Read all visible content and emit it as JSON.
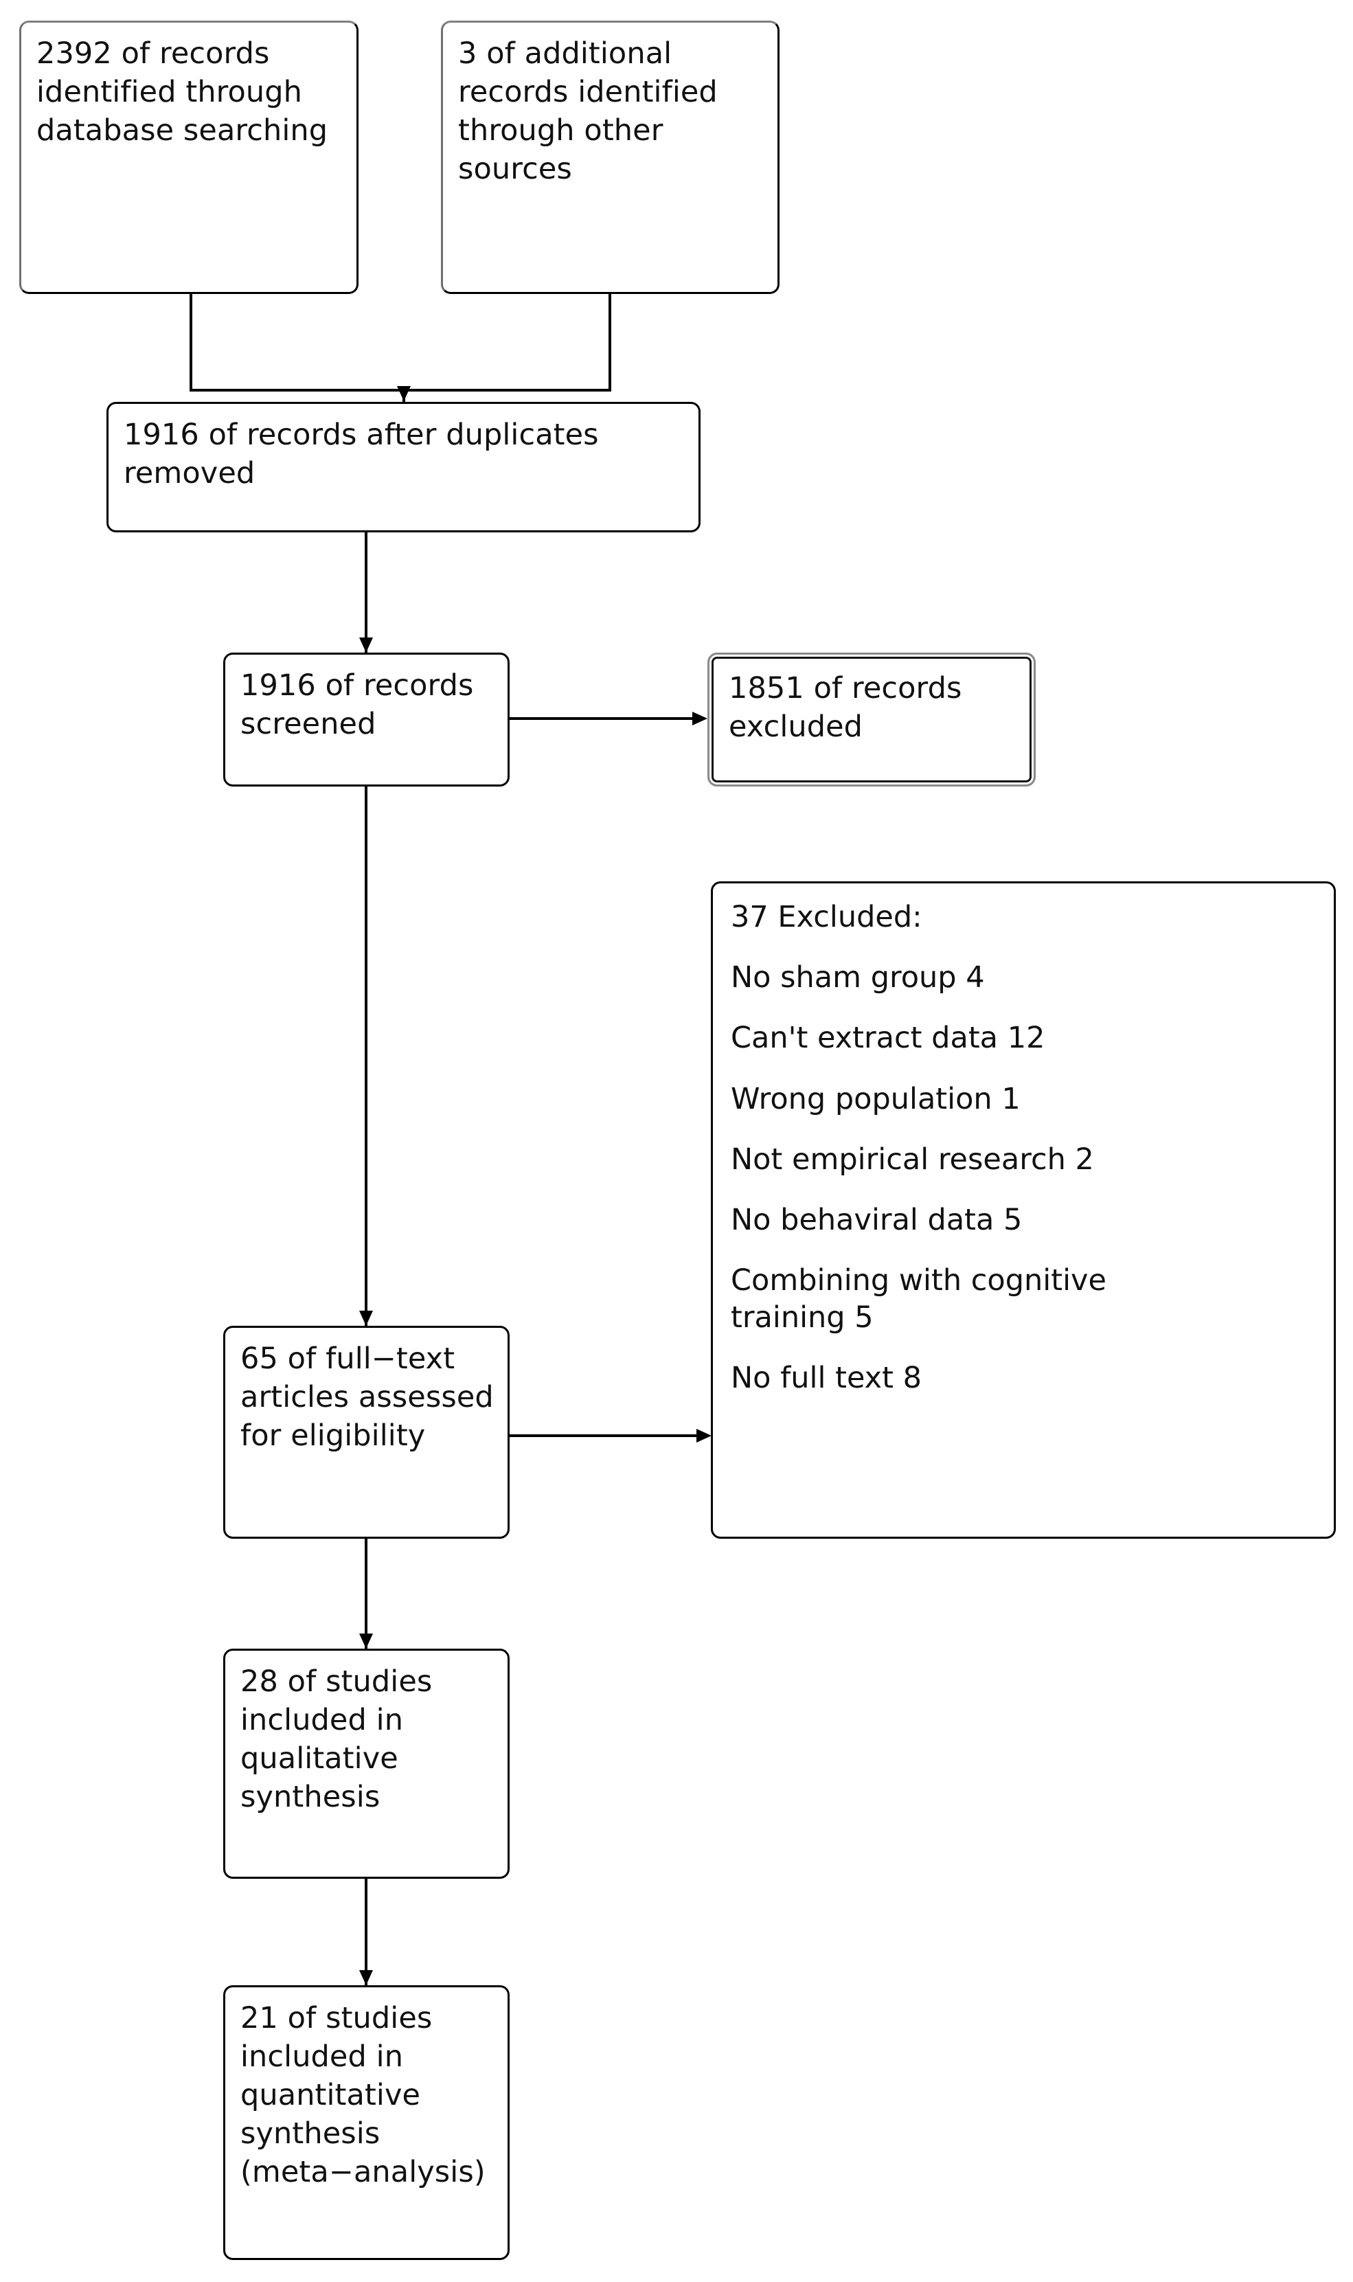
{
  "diagram": {
    "title": "PRISMA study selection flow diagram",
    "type": "flowchart",
    "line_color": "#000000",
    "shaded_border_color": "#808080",
    "text_color": "#111111"
  },
  "nodes": {
    "identification_database": {
      "text": "2392 of records identified through database searching",
      "count": 2392
    },
    "identification_other": {
      "text": "3 of additional records identified through other sources",
      "count": 3
    },
    "duplicates_removed": {
      "text": "1916 of records after duplicates removed",
      "count": 1916
    },
    "records_screened": {
      "text": "1916 of records screened",
      "count": 1916
    },
    "records_excluded": {
      "text": "1851 of records excluded",
      "count": 1851
    },
    "fulltext_assessed": {
      "text": "65 of full−text articles assessed for eligibility",
      "count": 65
    },
    "qualitative_synthesis": {
      "text": "28 of studies included in qualitative synthesis",
      "count": 28
    },
    "quantitative_synthesis": {
      "text": "21 of studies included in quantitative synthesis (meta−analysis)",
      "count": 21
    }
  },
  "exclusion_panel": {
    "heading": "37 Excluded:",
    "total": 37,
    "reasons": [
      {
        "label": "No sham group 4",
        "reason": "No sham group",
        "count": 4
      },
      {
        "label": "Can't extract data 12",
        "reason": "Can't extract data",
        "count": 12
      },
      {
        "label": "Wrong population 1",
        "reason": "Wrong population",
        "count": 1
      },
      {
        "label": "Not empirical research 2",
        "reason": "Not empirical research",
        "count": 2
      },
      {
        "label": "No behaviral data 5",
        "reason": "No behaviral data",
        "count": 5
      },
      {
        "label": "Combining with cognitive\ntraining 5",
        "reason": "Combining with cognitive training",
        "count": 5
      },
      {
        "label": "No full text 8",
        "reason": "No full text",
        "count": 8
      }
    ]
  }
}
